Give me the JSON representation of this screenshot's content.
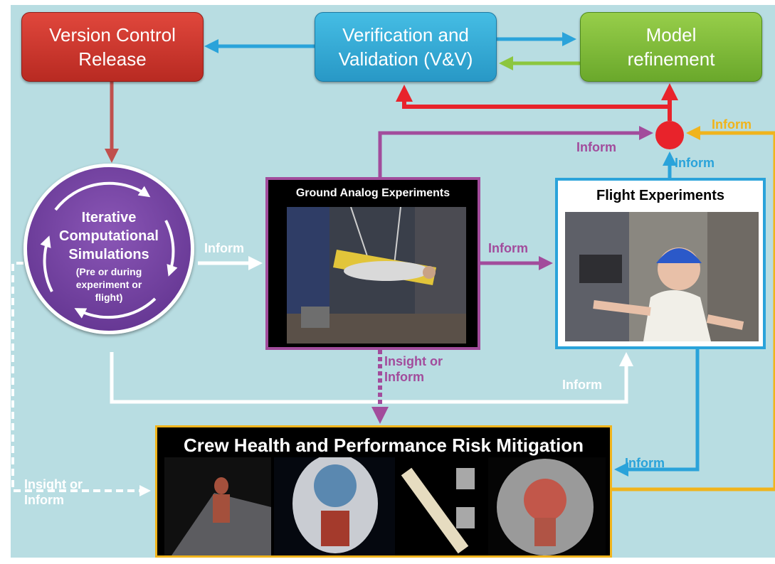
{
  "boxes": {
    "version_control": "Version Control\nRelease",
    "vv": "Verification and\nValidation (V&V)",
    "model_refinement": "Model\nrefinement"
  },
  "simulation": {
    "title": "Iterative\nComputational\nSimulations",
    "subtitle": "(Pre or during\nexperiment or\nflight)"
  },
  "ground_analog": {
    "title": "Ground Analog Experiments"
  },
  "flight": {
    "title": "Flight Experiments"
  },
  "crew": {
    "title": "Crew Health and Performance Risk Mitigation"
  },
  "labels": {
    "inform_sim_to_ground": "Inform",
    "inform_ground_to_flight": "Inform",
    "inform_ground_to_node": "Inform",
    "inform_flight_to_node": "Inform",
    "inform_crew_to_node": "Inform",
    "insight_ground_to_crew": "Insight or\nInform",
    "inform_sim_to_flight": "Inform",
    "inform_flight_to_crew": "Inform",
    "insight_sim_to_crew": "Insight or\nInform"
  },
  "colors": {
    "blue": "#2aa3da",
    "red": "#e8232b",
    "green": "#8cc63f",
    "purple": "#a24c9c",
    "gold": "#f0b41c",
    "brown": "#c0504d",
    "white": "#ffffff"
  }
}
